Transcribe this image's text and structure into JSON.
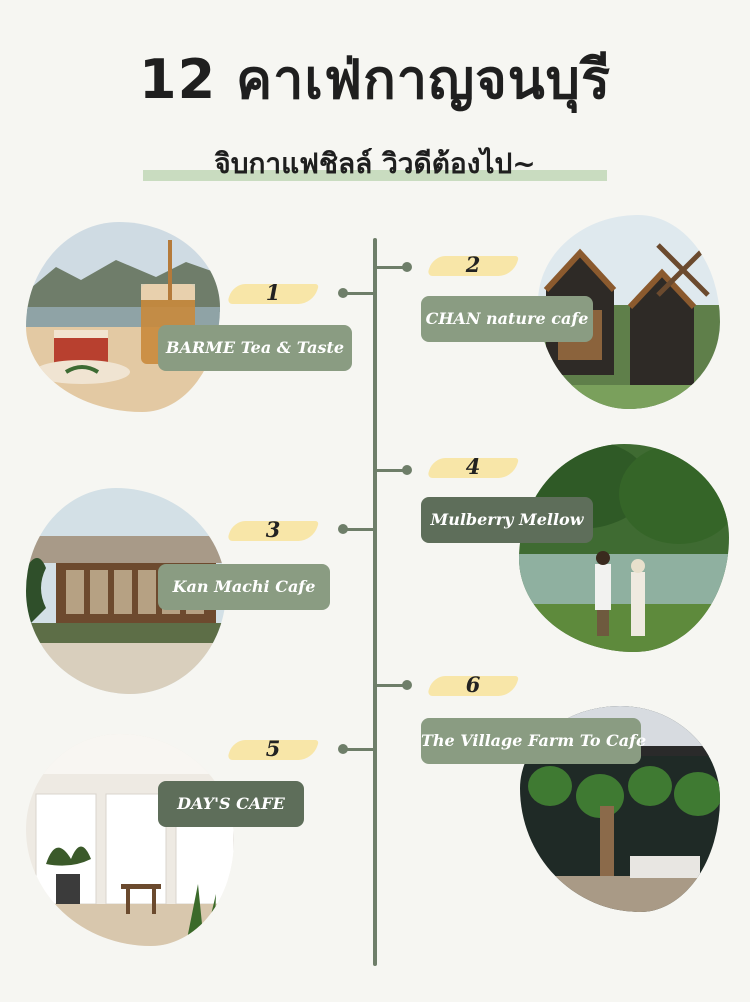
{
  "title": "12 คาเฟ่กาญจนบุรี",
  "subtitle": "จิบกาแฟชิลล์ วิวดีต้องไป~",
  "colors": {
    "background": "#f6f6f2",
    "timeline": "#6e7e69",
    "label_light": "#8a9c82",
    "label_dark": "#5e6e5a",
    "number_highlight": "#f8e5a3",
    "subtitle_underline": "#c9dcc0"
  },
  "cafes": [
    {
      "number": "1",
      "name": "BARME Tea & Taste"
    },
    {
      "number": "2",
      "name": "CHAN nature cafe"
    },
    {
      "number": "3",
      "name": "Kan Machi Cafe"
    },
    {
      "number": "4",
      "name": "Mulberry Mellow"
    },
    {
      "number": "5",
      "name": "DAY'S CAFE"
    },
    {
      "number": "6",
      "name": "The Village Farm To Cafe"
    }
  ]
}
